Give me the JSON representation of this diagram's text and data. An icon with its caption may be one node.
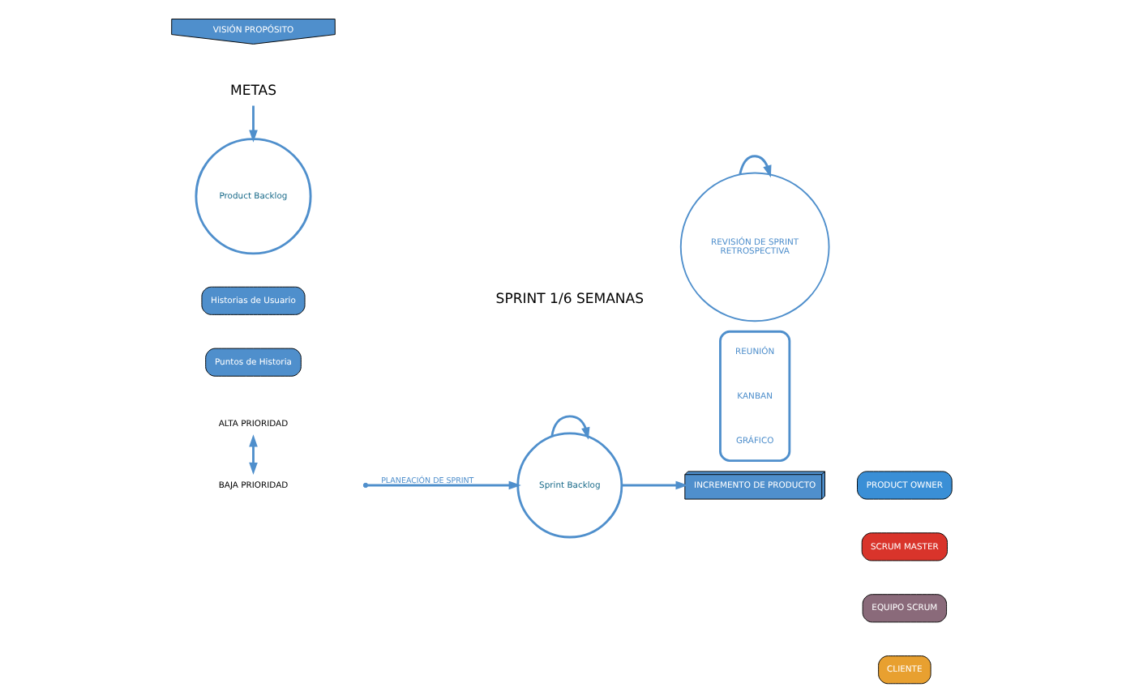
{
  "diagram": {
    "nodes": [
      {
        "text": [
          "VISIÓN PROPÓSITO"
        ]
      },
      {
        "text": [
          "METAS"
        ]
      },
      {
        "text": [
          "Product Backlog"
        ]
      },
      {
        "text": [
          "Historias de Usuario"
        ]
      },
      {
        "text": [
          "Puntos de Historia"
        ]
      },
      {
        "text": [
          "ALTA PRIORIDAD"
        ]
      },
      {
        "text": [
          "BAJA PRIORIDAD"
        ]
      },
      {
        "text": [
          "Sprint Backlog"
        ]
      },
      {
        "text": [
          "SPRINT 1/6 SEMANAS"
        ]
      },
      {
        "text": [
          "REVISIÓN DE SPRINT",
          "RETROSPECTIVA"
        ]
      },
      {
        "text": [
          "INCREMENTO DE PRODUCTO"
        ]
      },
      {
        "text": [],
        "shape": "box"
      },
      {
        "text": [
          "REUNIÓN"
        ],
        "in": 11
      },
      {
        "text": [
          "KANBAN"
        ],
        "in": 11
      },
      {
        "text": [
          "GRÁFICO"
        ],
        "in": 11
      },
      {
        "text": [
          "PRODUCT OWNER"
        ]
      },
      {
        "text": [
          "SCRUM MASTER"
        ]
      },
      {
        "text": [
          "EQUIPO SCRUM"
        ]
      },
      {
        "text": [
          "CLIENTE"
        ]
      }
    ],
    "edges": [
      {
        "from": 1,
        "to": 2,
        "arrow": "to"
      },
      {
        "from": 5,
        "to": 6,
        "arrow": "both"
      },
      {
        "from": null,
        "to": 7,
        "arrow": "to",
        "label": "PLANEACIÓN DE SPRINT"
      },
      {
        "from": 7,
        "to": 7,
        "arrow": "to"
      },
      {
        "from": 7,
        "to": 10,
        "arrow": "to"
      },
      {
        "from": 9,
        "to": 9,
        "arrow": "to"
      }
    ]
  }
}
